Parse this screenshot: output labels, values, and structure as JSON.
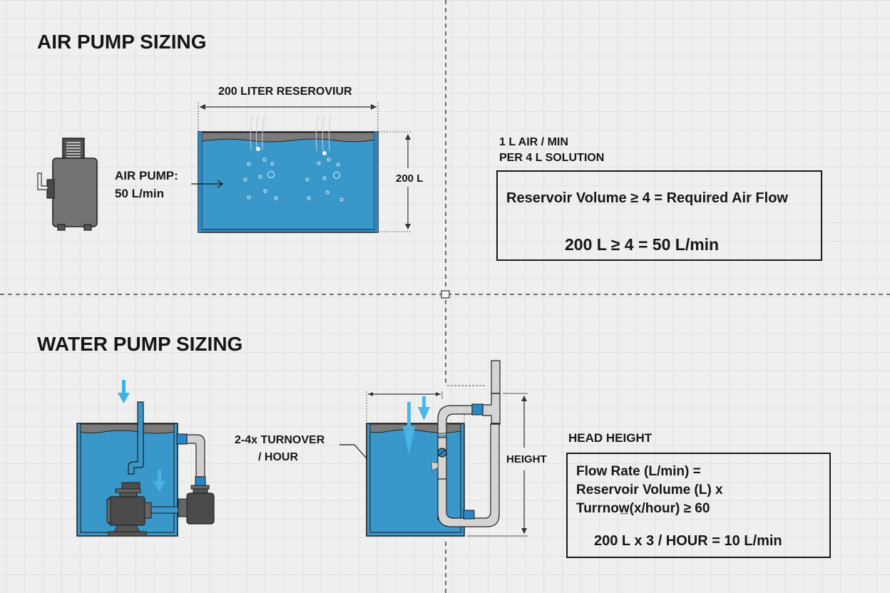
{
  "air_section": {
    "title": "AIR PUMP SIZING",
    "reservoir_label": "200 LITER RESEROVIUR",
    "height_label": "200 L",
    "pump_label_line1": "AIR PUMP:",
    "pump_label_line2": "50 L/min",
    "rule_line1": "1 L AIR / MIN",
    "rule_line2": "PER 4 L SOLUTION",
    "formula": "Reservoir Volume ≥ 4 = Required Air Flow",
    "calculation": "200 L ≥ 4 = 50 L/min"
  },
  "water_section": {
    "title": "WATER PUMP SIZING",
    "turnover_line1": "2-4x TURNOVER",
    "turnover_line2": "/ HOUR",
    "height_label": "HEIGHT",
    "head_height_label": "HEAD HEIGHT",
    "formula_line1": "Flow Rate (L/min) =",
    "formula_line2": "Reservoir Volume (L) x",
    "formula_line3": "Turrnow̲(x/hour) ≥ 60",
    "calculation": "200 L x 3 / HOUR = 10 L/min"
  },
  "colors": {
    "water": "#3a97c9",
    "tank_border": "#1f78b8",
    "pump_body": "#6f6f6f",
    "pump_dark": "#4a4a4a",
    "arrow_blue": "#3fb0e6",
    "pipe_gray": "#c9c9c9"
  },
  "icons": {
    "air_pump": "air-pump-icon",
    "submersible_pump": "submersible-pump-icon",
    "external_pump": "external-pump-icon",
    "flow_arrow": "down-arrow-icon",
    "valve": "valve-icon"
  }
}
